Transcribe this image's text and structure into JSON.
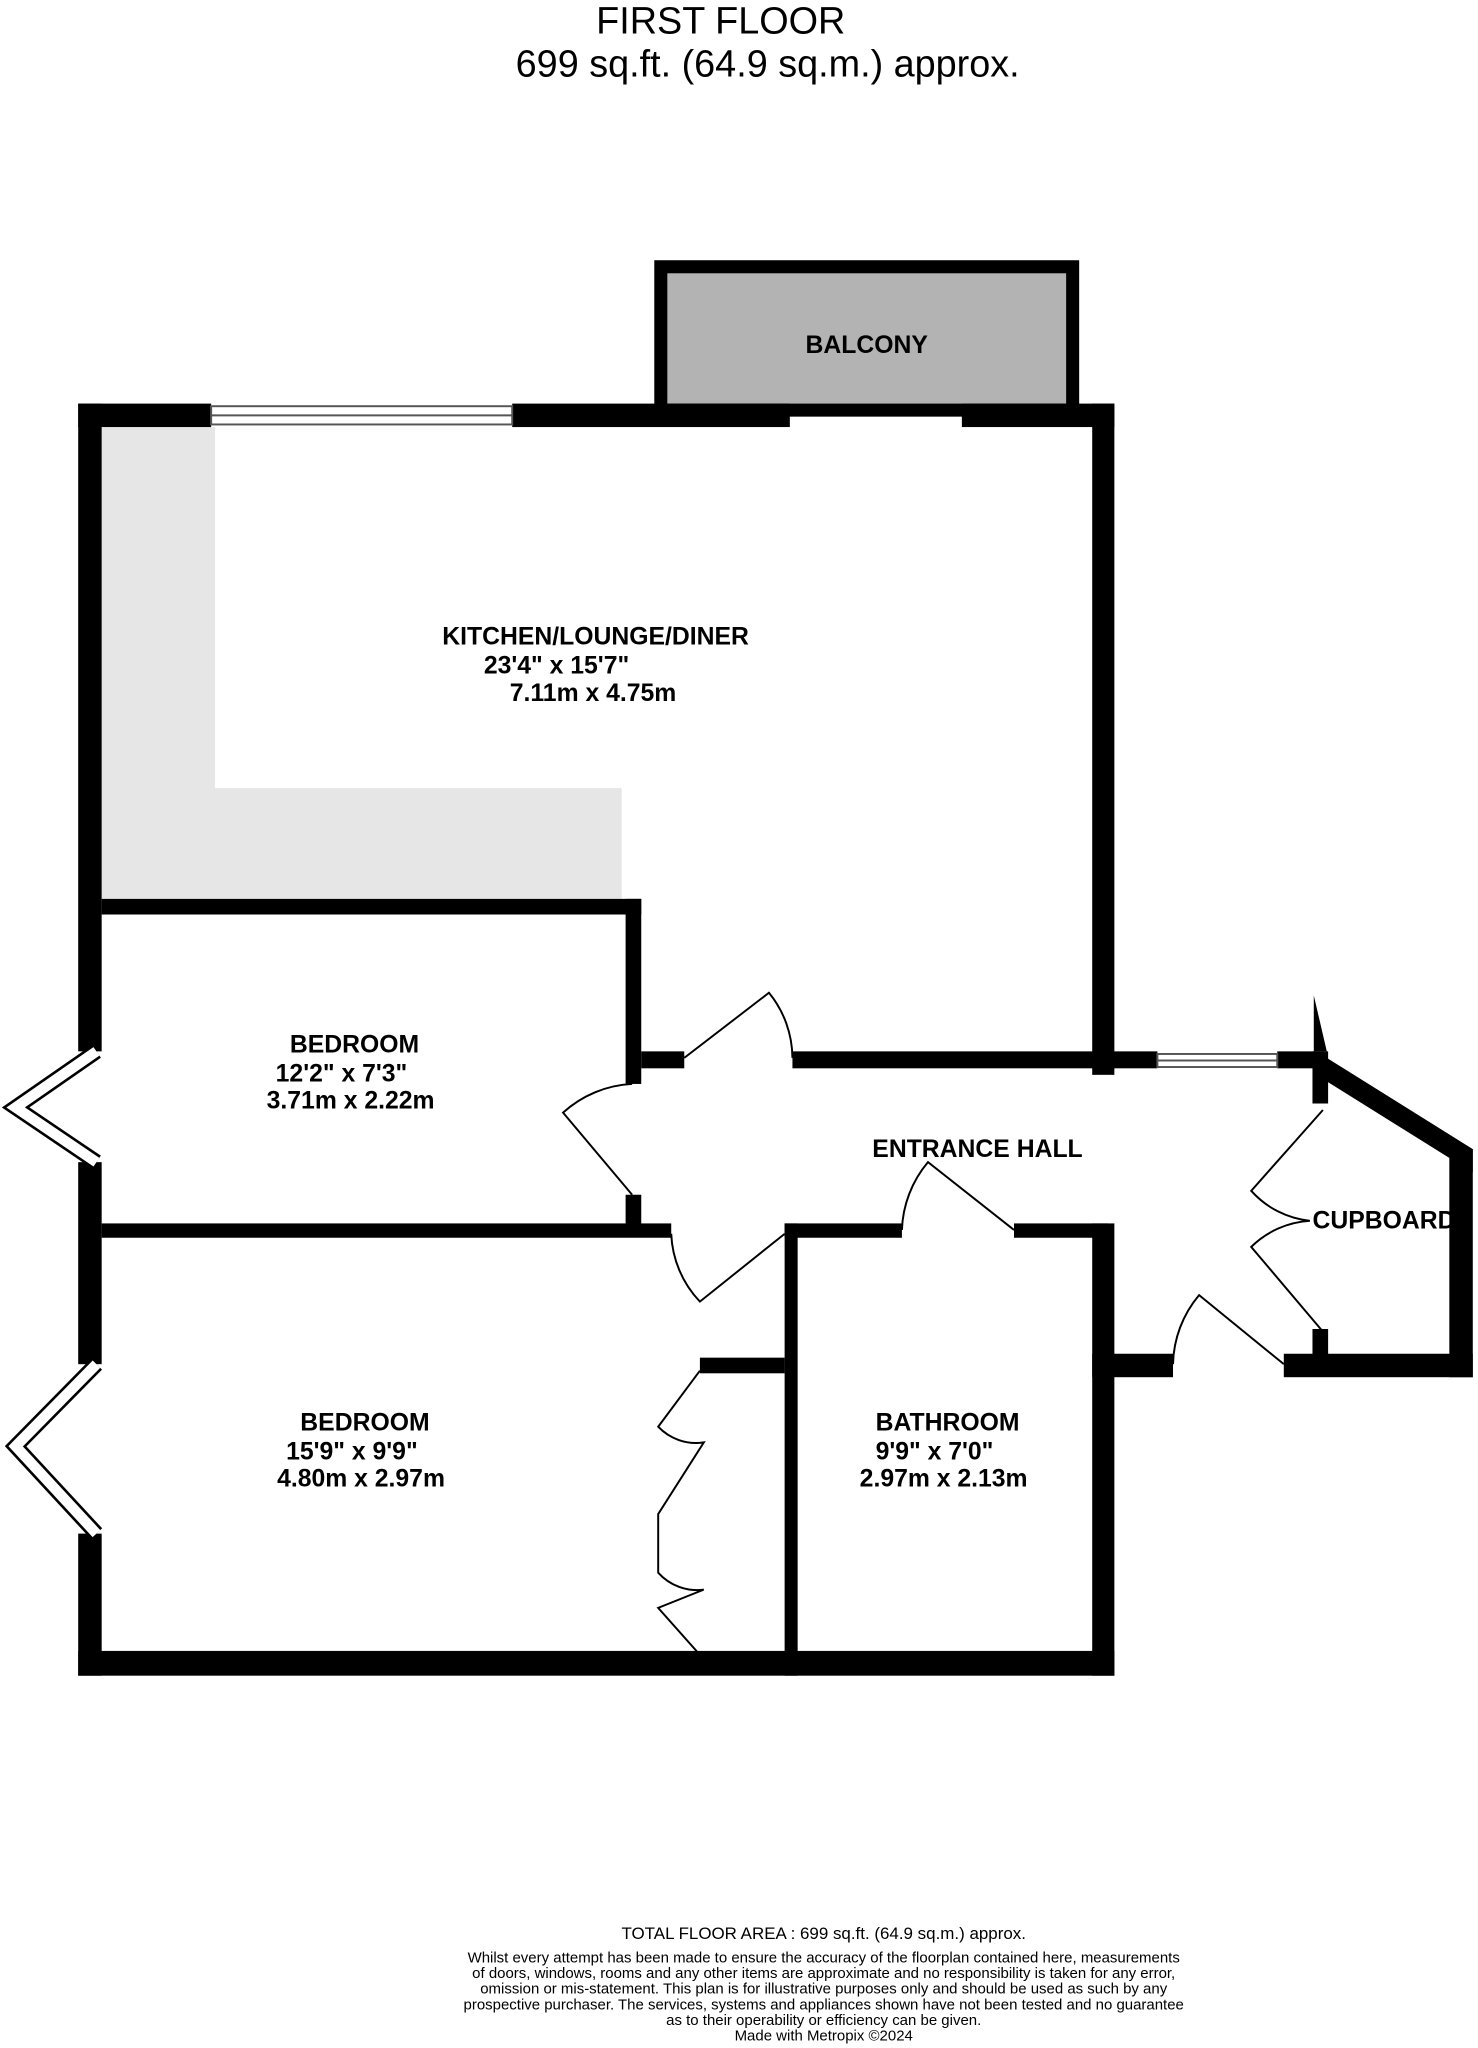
{
  "header": {
    "title": "FIRST FLOOR",
    "area": "699 sq.ft. (64.9 sq.m.) approx."
  },
  "rooms": [
    {
      "name": "BALCONY"
    },
    {
      "name": "KITCHEN/LOUNGE/DINER",
      "imperial": "23'4\"  x 15'7\"",
      "metric": "7.11m  x 4.75m"
    },
    {
      "name": "BEDROOM",
      "imperial": "12'2\"  x 7'3\"",
      "metric": "3.71m  x 2.22m"
    },
    {
      "name": "ENTRANCE HALL"
    },
    {
      "name": "CUPBOARD"
    },
    {
      "name": "BEDROOM",
      "imperial": "15'9\"  x 9'9\"",
      "metric": "4.80m  x 2.97m"
    },
    {
      "name": "BATHROOM",
      "imperial": "9'9\"  x 7'0\"",
      "metric": "2.97m  x 2.13m"
    }
  ],
  "footer": {
    "total": "TOTAL FLOOR AREA : 699 sq.ft. (64.9 sq.m.) approx.",
    "disclaimer": [
      "Whilst every attempt has been made to ensure the accuracy of the floorplan contained here, measurements",
      "of doors, windows, rooms and any other items are approximate and no responsibility is taken for any error,",
      "omission or mis-statement. This plan is for illustrative purposes only and should be used as such by any",
      "prospective purchaser. The services, systems and appliances shown have not been tested and no guarantee",
      "as to their operability or efficiency can be given."
    ],
    "credit": "Made with Metropix ©2024"
  },
  "colors": {
    "wall": "#000000",
    "balcony": "#b3b3b3",
    "kitchen_units": "#e6e6e6"
  }
}
